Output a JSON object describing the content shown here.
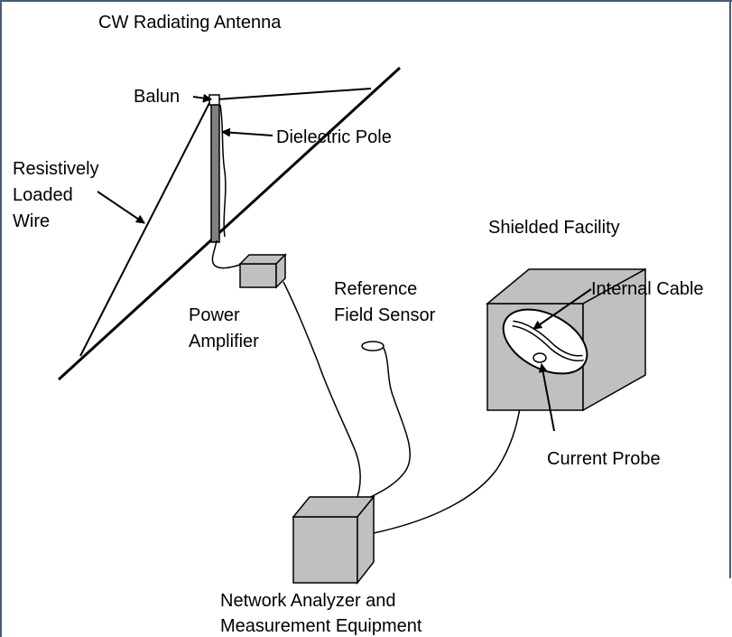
{
  "labels": {
    "cw_antenna": "CW Radiating Antenna",
    "balun": "Balun",
    "dielectric_pole": "Dielectric Pole",
    "resistive_wire_1": "Resistively",
    "resistive_wire_2": "Loaded",
    "resistive_wire_3": "Wire",
    "shielded_facility": "Shielded Facility",
    "reference_sensor_1": "Reference",
    "reference_sensor_2": "Field Sensor",
    "internal_cable": "Internal Cable",
    "power_amp_1": "Power",
    "power_amp_2": "Amplifier",
    "current_probe": "Current Probe",
    "analyzer_1": "Network Analyzer and",
    "analyzer_2": "Measurement Equipment"
  },
  "colors": {
    "box_fill": "#c0c0c0",
    "pole_fill": "#808080",
    "line": "#000000",
    "frame": "#4a5a78"
  }
}
